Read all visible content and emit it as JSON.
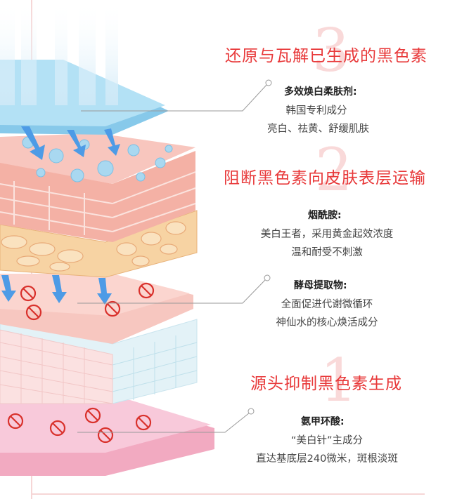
{
  "sections": [
    {
      "number": "3",
      "heading": "还原与瓦解已生成的黑色素",
      "ingredient": "多效焕白柔肤剂:",
      "lines": [
        "韩国专利成分",
        "亮白、祛黄、舒缓肌肤"
      ]
    },
    {
      "number": "2",
      "heading": "阻断黑色素向皮肤表层运输",
      "ingredient": "烟酰胺:",
      "lines": [
        "美白王者，采用黄金起效浓度",
        "温和耐受不刺激"
      ]
    },
    {
      "number": "",
      "heading": "",
      "ingredient": "酵母提取物:",
      "lines": [
        "全面促进代谢微循环",
        "神仙水的核心焕活成分"
      ]
    },
    {
      "number": "1",
      "heading": "源头抑制黑色素生成",
      "ingredient": "氨甲环酸:",
      "lines": [
        "“美白针”主成分",
        "直达基底层240微米，斑根淡斑"
      ]
    }
  ],
  "colors": {
    "heading": "#e8393a",
    "bignum": "#f9d9d9",
    "top_layer": "#a8dcf2",
    "epidermis": "#f6b8ad",
    "fat": "#f8d6a8",
    "cell_layer": "#dff0f6",
    "base_layer": "#f7c3d6",
    "arrow": "#4d9be6",
    "blocked_icon": "#d9312c"
  },
  "icons": [
    "callout-dot-icon",
    "blocked-melanin-icon",
    "down-arrow-icon",
    "bubble-icon"
  ]
}
